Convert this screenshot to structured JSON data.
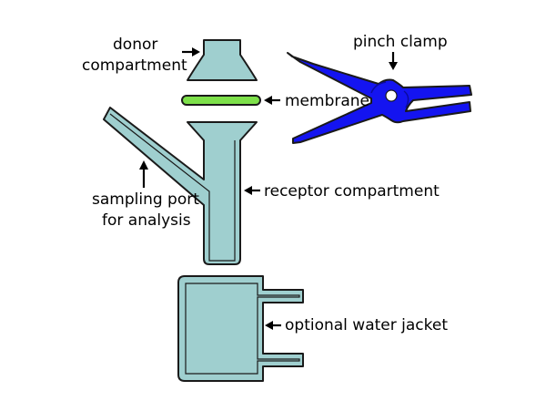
{
  "labels": {
    "donor_line1": "donor",
    "donor_line2": "compartment",
    "membrane": "membrane",
    "pinch_clamp": "pinch clamp",
    "sampling_line1": "sampling port",
    "sampling_line2": "for analysis",
    "receptor": "receptor compartment",
    "water_jacket": "optional water jacket"
  },
  "colors": {
    "glass": "#9fcfcf",
    "membrane": "#7de04a",
    "clamp": "#1414f0",
    "outline": "#1a1a1a",
    "text": "#000000"
  }
}
